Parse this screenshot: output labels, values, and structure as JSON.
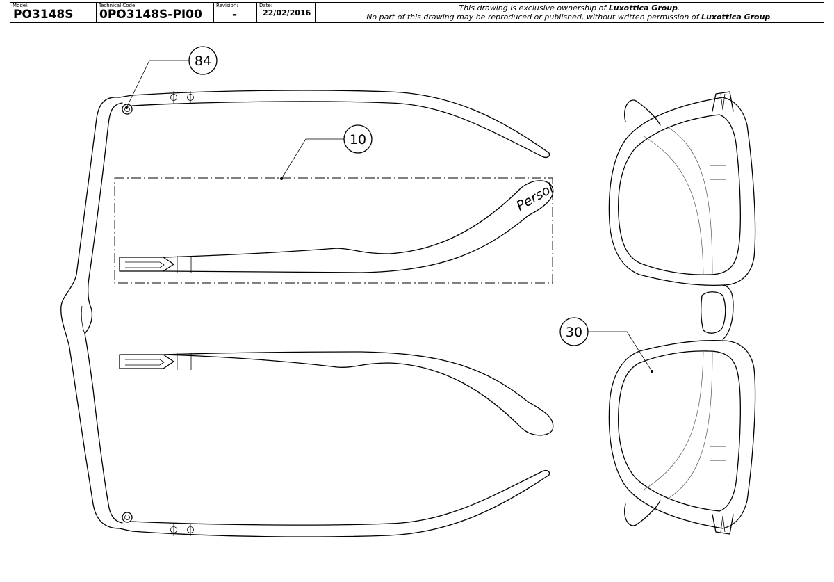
{
  "title_block": {
    "model_label": "Model:",
    "model_value": "PO3148S",
    "code_label": "Technical Code:",
    "code_value": "0PO3148S-PI00",
    "revision_label": "Revision:",
    "revision_value": "-",
    "date_label": "Date:",
    "date_value": "22/02/2016",
    "notice_line1_prefix": "This drawing is exclusive ownership of ",
    "notice_line1_company": "Luxottica Group",
    "notice_line1_suffix": ".",
    "notice_line2_prefix": "No part of this drawing may be reproduced or published, without written permission of ",
    "notice_line2_company": "Luxottica Group",
    "notice_line2_suffix": "."
  },
  "callouts": [
    {
      "label": "84"
    },
    {
      "label": "10"
    },
    {
      "label": "30"
    }
  ],
  "temple_logo_text": "Persol"
}
